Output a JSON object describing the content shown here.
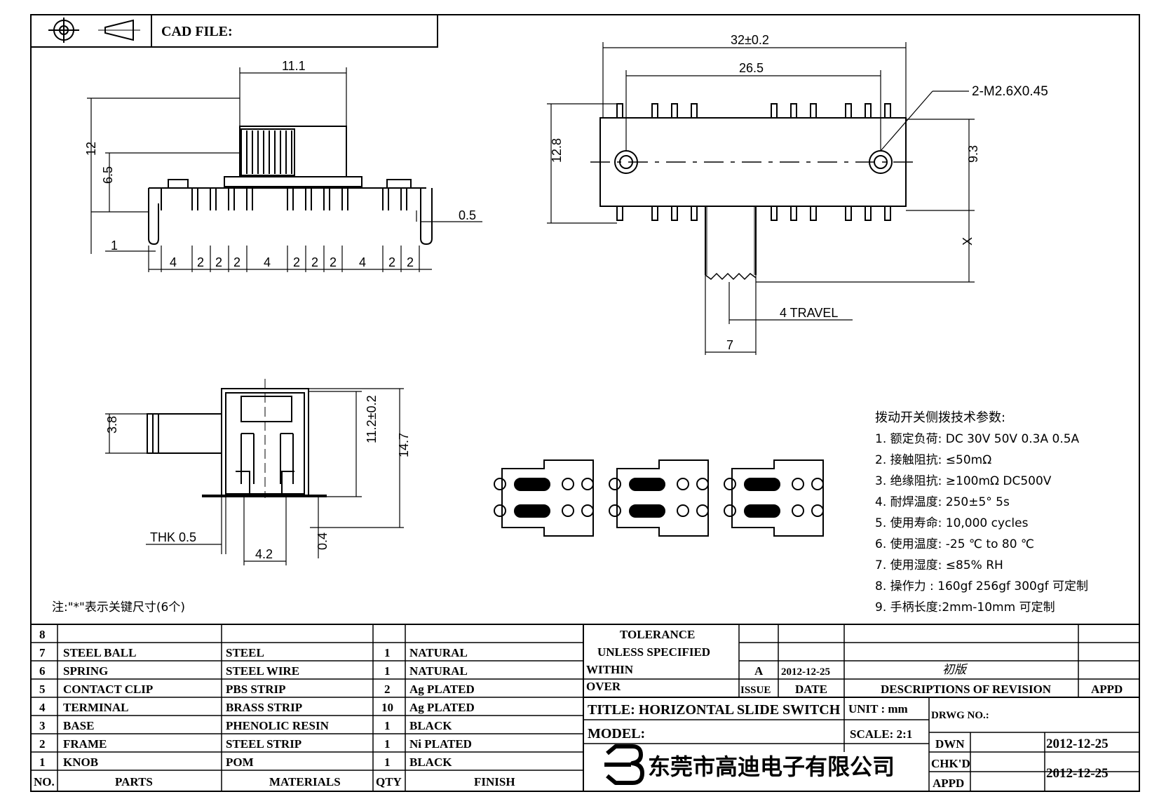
{
  "header": {
    "cad_file_label": "CAD FILE:"
  },
  "top_view": {
    "width_11_1": "11.1",
    "height_12": "12",
    "height_6_5": "6.5",
    "offset_1": "1",
    "pin_0_5": "0.5",
    "pitches": [
      "4",
      "2",
      "2",
      "2",
      "4",
      "2",
      "2",
      "2",
      "4",
      "2",
      "2"
    ]
  },
  "front_view": {
    "width_32": "32±0.2",
    "width_26_5": "26.5",
    "screw_note": "2-M2.6X0.45",
    "height_12_8": "12.8",
    "height_9_3": "9.3",
    "x_label": "X",
    "travel": "4 TRAVEL",
    "knob_7": "7"
  },
  "side_view": {
    "dia_3_8": "3.8",
    "h_11_2": "11.2±0.2",
    "h_14_7": "14.7",
    "thk": "THK  0.5",
    "w_4_2": "4.2",
    "h_0_4": "0.4"
  },
  "note": "注:\"*\"表示关键尺寸(6个)",
  "specs": {
    "title": "拨动开关侧拨技术参数:",
    "items": [
      "1.  额定负荷: DC 30V    50V    0.3A    0.5A",
      "2.  接触阻抗:  ≤50mΩ",
      "3.  绝缘阻抗:  ≥100mΩ   DC500V",
      "4.  耐焊温度: 250±5°  5s",
      "5.  使用寿命: 10,000 cycles",
      "6.  使用温度: -25  ℃  to 80  ℃",
      "7.  使用湿度:  ≤85% RH",
      "8.  操作力 : 160gf    256gf    300gf  可定制",
      "9.  手柄长度:2mm-10mm   可定制"
    ]
  },
  "bom": {
    "rows": [
      {
        "no": "8",
        "part": "",
        "material": "",
        "qty": "",
        "finish": ""
      },
      {
        "no": "7",
        "part": "STEEL BALL",
        "material": "STEEL",
        "qty": "1",
        "finish": "NATURAL"
      },
      {
        "no": "6",
        "part": "SPRING",
        "material": "STEEL WIRE",
        "qty": "1",
        "finish": "NATURAL"
      },
      {
        "no": "5",
        "part": "CONTACT CLIP",
        "material": "PBS STRIP",
        "qty": "2",
        "finish": "Ag PLATED"
      },
      {
        "no": "4",
        "part": "TERMINAL",
        "material": "BRASS STRIP",
        "qty": "10",
        "finish": "Ag PLATED"
      },
      {
        "no": "3",
        "part": "BASE",
        "material": "PHENOLIC RESIN",
        "qty": "1",
        "finish": "BLACK"
      },
      {
        "no": "2",
        "part": "FRAME",
        "material": "STEEL STRIP",
        "qty": "1",
        "finish": "Ni PLATED"
      },
      {
        "no": "1",
        "part": "KNOB",
        "material": "POM",
        "qty": "1",
        "finish": "BLACK"
      }
    ],
    "header": {
      "no": "NO.",
      "part": "PARTS",
      "material": "MATERIALS",
      "qty": "QTY",
      "finish": "FINISH"
    }
  },
  "title_block": {
    "tolerance": "TOLERANCE",
    "unless": "UNLESS    SPECIFIED",
    "within": "WITHIN",
    "over": "OVER",
    "issue_value": "A",
    "date_value": "2012-12-25",
    "issue_label": "ISSUE",
    "date_label": "DATE",
    "revision_text": "初版",
    "descriptions": "DESCRIPTIONS  OF  REVISION",
    "appd": "APPD",
    "title": "TITLE:  HORIZONTAL  SLIDE  SWITCH",
    "unit": "UNIT : mm",
    "drwg_no": "DRWG  NO.:",
    "model": "MODEL:",
    "scale": "SCALE:  2:1",
    "dwn": "DWN",
    "dwn_date": "2012-12-25",
    "chkd": "CHK'D",
    "appd2": "APPD",
    "chk_date": "2012-12-25",
    "company": "东莞市高迪电子有限公司"
  }
}
